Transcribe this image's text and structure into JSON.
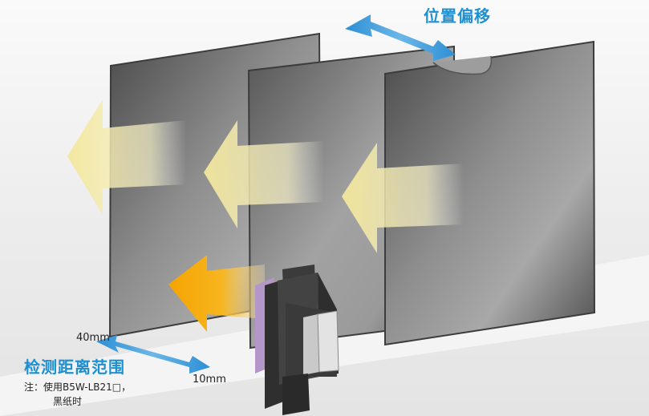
{
  "labels": {
    "position_shift": "位置偏移",
    "detection_range": "检测距离范围",
    "distance_far": "40mm",
    "distance_near": "10mm",
    "note_line1": "注：使用B5W-LB21□，",
    "note_line2": "黑纸时"
  },
  "colors": {
    "accent_blue": "#1e8fd0",
    "arrow_blue": "#3a9ad8",
    "arrow_orange": "#f5a800",
    "arrow_pale_yellow": "#f3edb0",
    "panel_dark": "#505050",
    "panel_light": "#9a9a9a",
    "sensor_body": "#3b3b3b",
    "sensor_purple": "#b596c8"
  },
  "icons": {
    "shift_arrow": "double-headed-arrow",
    "range_arrow": "double-headed-arrow",
    "beam_arrow": "left-arrow",
    "sensor": "photoelectric-sensor"
  }
}
